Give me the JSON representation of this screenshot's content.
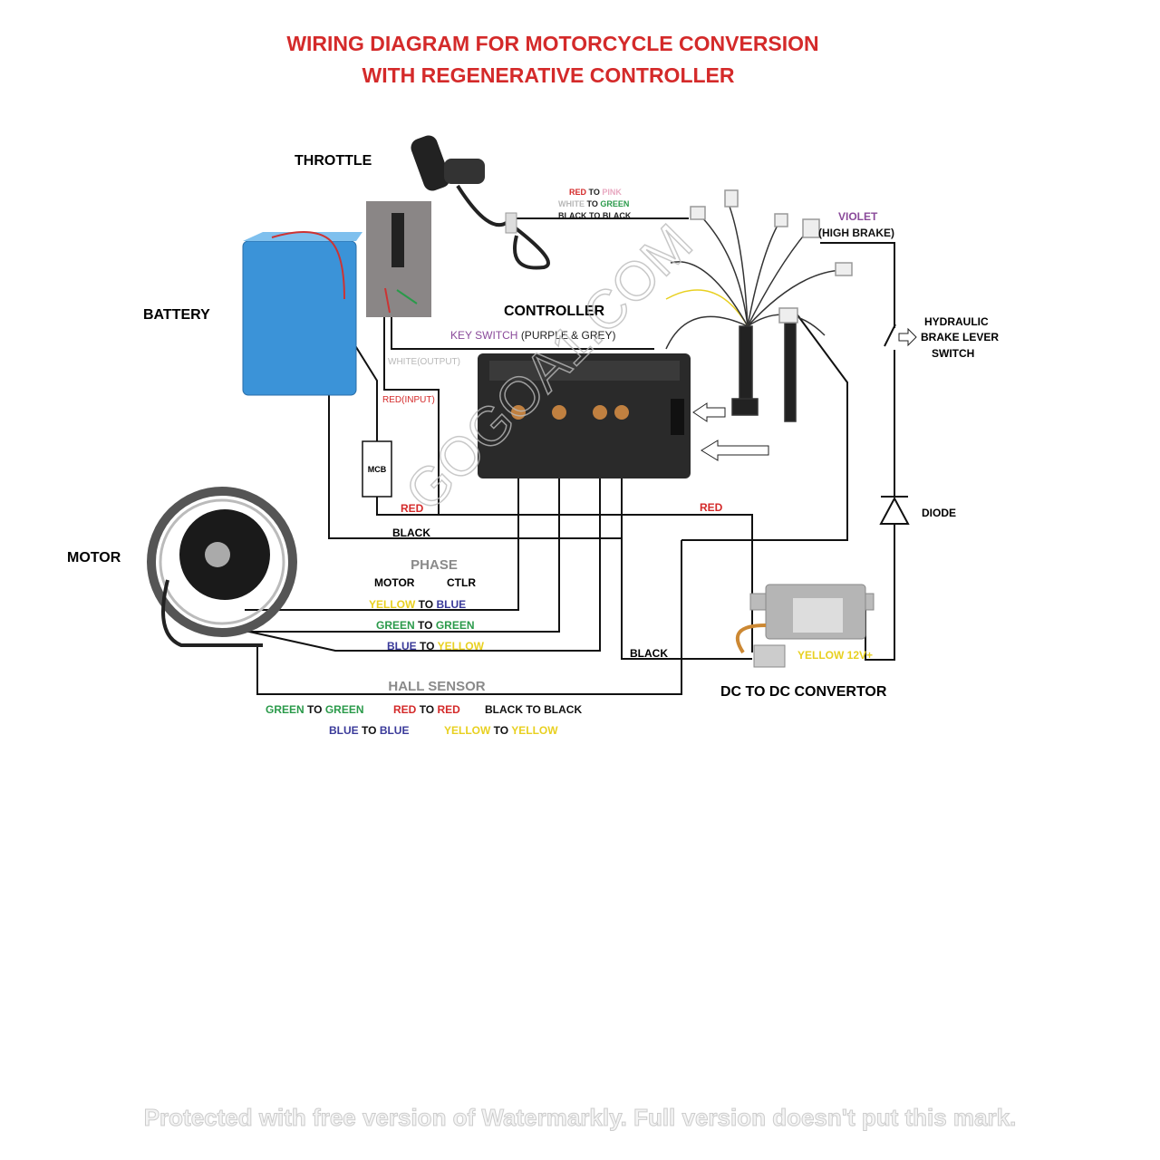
{
  "title": {
    "line1": "WIRING DIAGRAM FOR MOTORCYCLE CONVERSION",
    "line2": "WITH REGENERATIVE CONTROLLER",
    "color": "#d42a2a"
  },
  "colors": {
    "red": "#d42a2a",
    "violet": "#8a4a9a",
    "green": "#2a9a4a",
    "blue": "#3a3a9a",
    "yellow": "#e8d020",
    "grey": "#8a8a8a",
    "white_label": "#b8b8b8",
    "pink": "#e8a8c0"
  },
  "components": {
    "throttle": "THROTTLE",
    "battery": "BATTERY",
    "controller": "CONTROLLER",
    "motor": "MOTOR",
    "mcb": "MCB",
    "diode": "DIODE",
    "dc_dc": "DC TO DC CONVERTOR",
    "brake_switch": [
      "HYDRAULIC",
      "BRAKE LEVER",
      "SWITCH"
    ]
  },
  "throttle_map": [
    {
      "from": "RED",
      "to": "PINK",
      "sep": "TO"
    },
    {
      "from": "WHITE",
      "to": "GREEN",
      "sep": "TO"
    },
    {
      "from": "BLACK",
      "to": "BLACK",
      "sep": "TO"
    }
  ],
  "key_switch": {
    "label": "KEY SWITCH",
    "colors": "(PURPLE & GREY)",
    "white": "WHITE(OUTPUT)",
    "red": "RED(INPUT)"
  },
  "brake": {
    "violet": "VIOLET",
    "high_brake": "(HIGH BRAKE)"
  },
  "wire_labels": {
    "red_left": "RED",
    "black_left": "BLACK",
    "red_right": "RED",
    "black_bottom": "BLACK",
    "yellow_12v": "YELLOW  12V+"
  },
  "phase": {
    "title": "PHASE",
    "motor_col": "MOTOR",
    "ctlr_col": "CTLR",
    "rows": [
      {
        "motor": "YELLOW",
        "sep": "TO",
        "ctlr": "BLUE"
      },
      {
        "motor": "GREEN",
        "sep": "TO",
        "ctlr": "GREEN"
      },
      {
        "motor": "BLUE",
        "sep": "TO",
        "ctlr": "YELLOW"
      }
    ]
  },
  "hall": {
    "title": "HALL SENSOR",
    "row1": [
      {
        "a": "GREEN",
        "sep": "TO",
        "b": "GREEN"
      },
      {
        "a": "RED",
        "sep": "TO",
        "b": "RED"
      },
      {
        "a": "BLACK",
        "sep": "TO",
        "b": "BLACK"
      }
    ],
    "row2": [
      {
        "a": "BLUE",
        "sep": "TO",
        "b": "BLUE"
      },
      {
        "a": "YELLOW",
        "sep": "TO",
        "b": "YELLOW"
      }
    ]
  },
  "watermarks": {
    "site": "GOGOA1.COM",
    "notice": "Protected with free version of Watermarkly. Full version doesn't put this mark."
  }
}
